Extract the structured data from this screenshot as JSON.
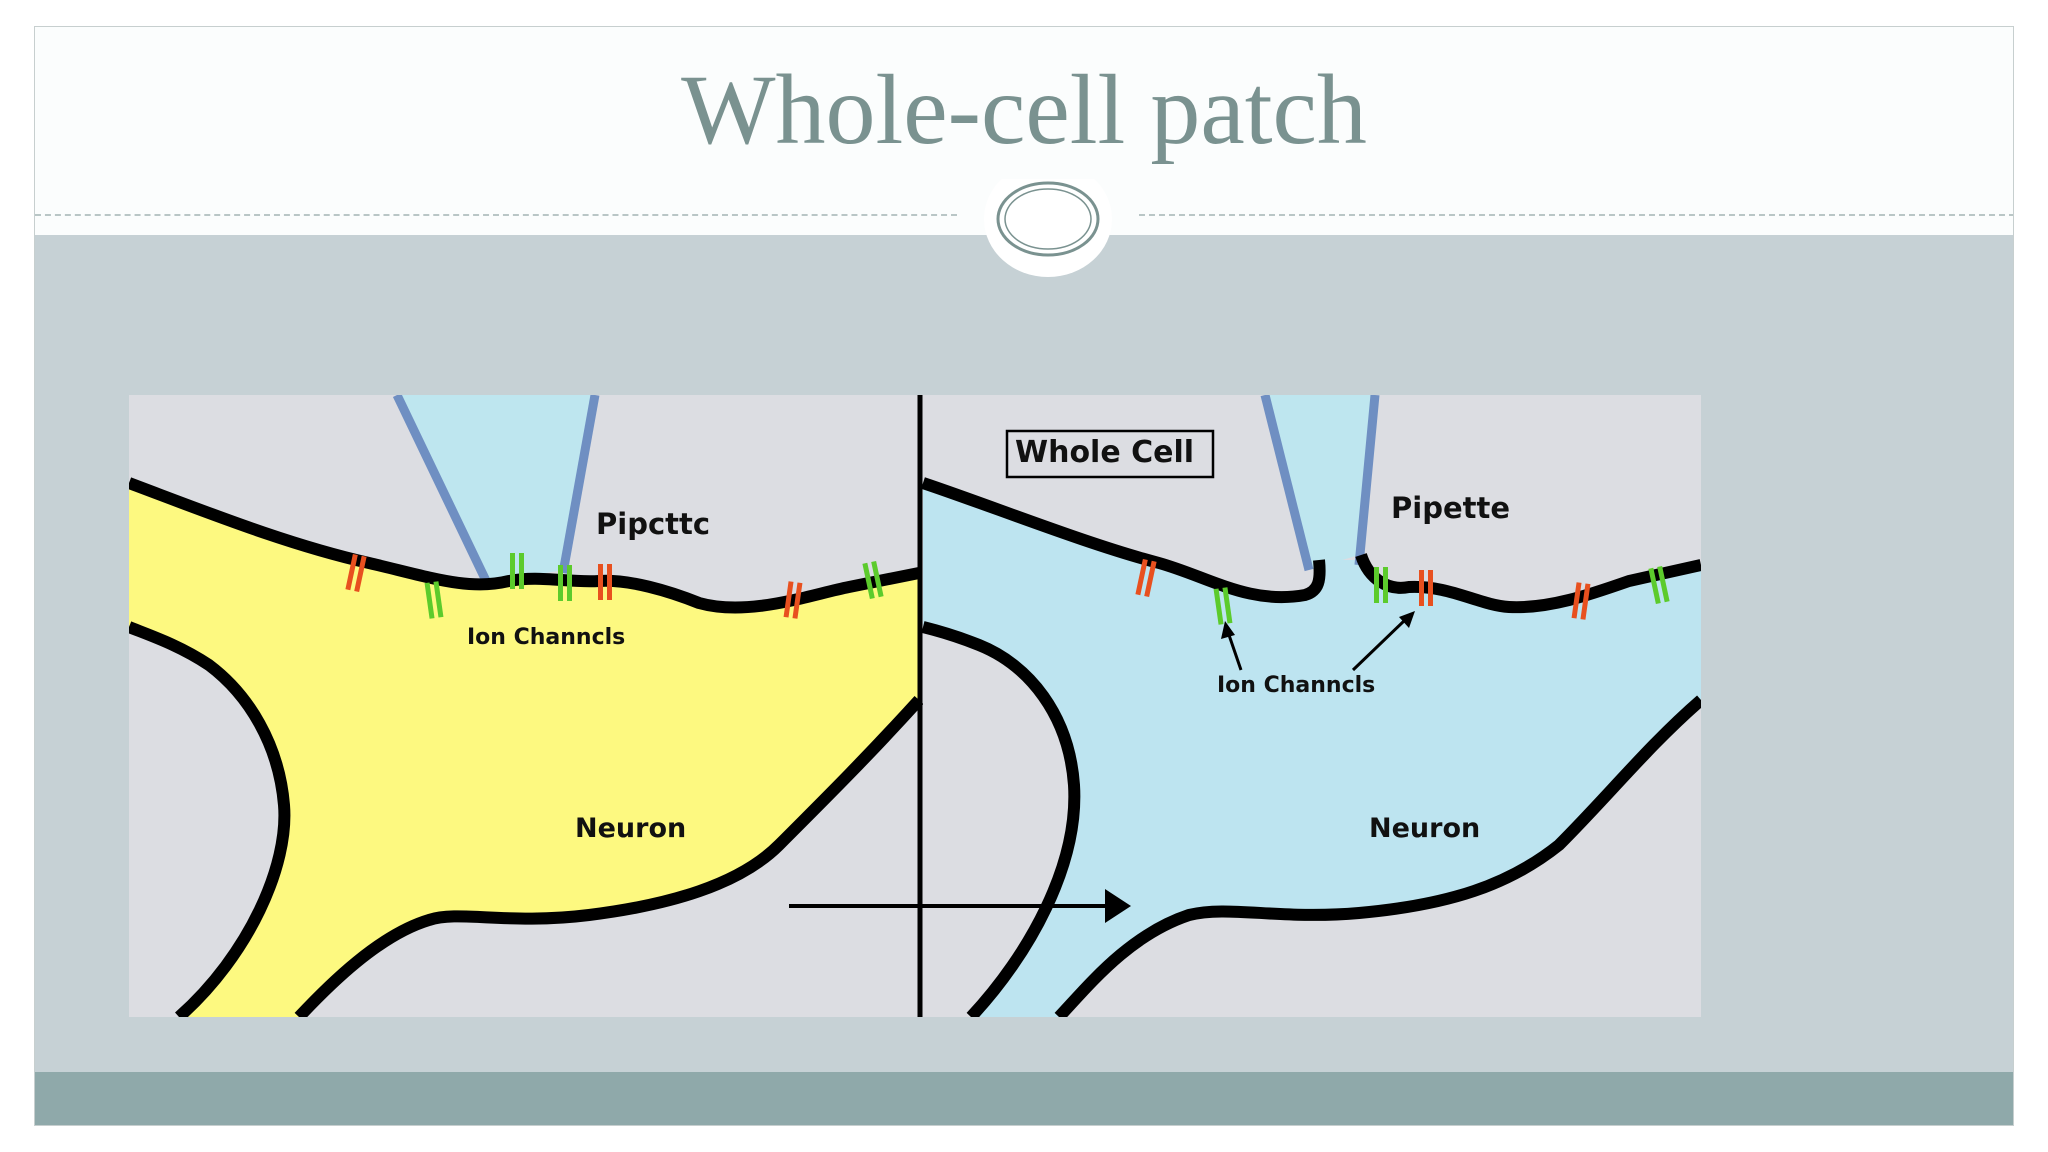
{
  "slide": {
    "title": "Whole-cell patch"
  },
  "diagram": {
    "left_panel": {
      "pipette_label": "Pipcttc",
      "ion_channels_label": "Ion Channcls",
      "neuron_label": "Neuron"
    },
    "right_panel": {
      "box_label": "Whole Cell",
      "pipette_label": "Pipette",
      "ion_channels_label": "Ion Channcls",
      "neuron_label": "Neuron"
    }
  },
  "colors": {
    "title": "#7a9290",
    "content_band": "#c6d1d5",
    "footer_band": "#8fa9aa",
    "left_neuron_fill": "#fdf980",
    "right_neuron_fill": "#bde4f0",
    "pipette_fill": "#bee6ef",
    "pipette_wall": "#6f8fc2",
    "background_gray": "#dcdde2",
    "channel_green": "#5ccb2c",
    "channel_red": "#e8501f"
  }
}
